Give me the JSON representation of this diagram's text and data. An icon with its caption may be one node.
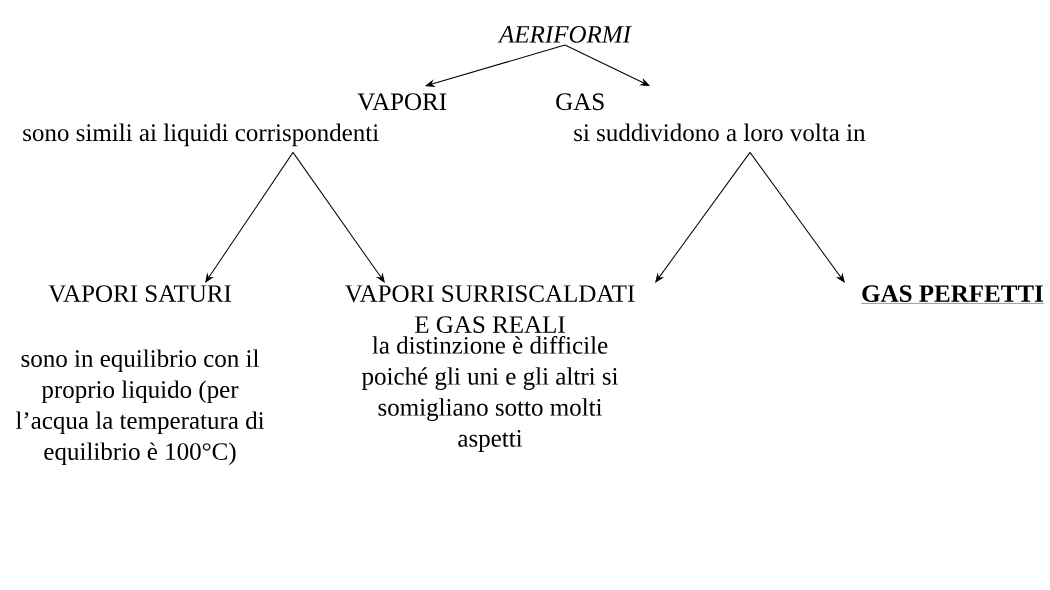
{
  "diagram": {
    "nodes": [
      {
        "text": [
          "AERIFORMI"
        ]
      },
      {
        "text": [
          "VAPORI",
          "sono simili ai liquidi corrispondenti"
        ]
      },
      {
        "text": [
          "GAS",
          "si suddividono a loro volta in"
        ]
      },
      {
        "text": [
          "VAPORI SATURI",
          "sono in equilibrio con il proprio liquido (per l’acqua la temperatura di equilibrio è 100°C)"
        ]
      },
      {
        "text": [
          "VAPORI SURRISCALDATI E GAS REALI",
          "la distinzione è difficile poiché gli uni e gli altri si somigliano sotto molti aspetti"
        ]
      },
      {
        "text": [
          "GAS PERFETTI"
        ]
      }
    ],
    "edges": [
      {
        "from": 0,
        "to": 1,
        "arrow": "to"
      },
      {
        "from": 0,
        "to": 2,
        "arrow": "to"
      },
      {
        "from": 1,
        "to": 3,
        "arrow": "to"
      },
      {
        "from": 1,
        "to": 4,
        "arrow": "to"
      },
      {
        "from": 2,
        "to": 4,
        "arrow": "to"
      },
      {
        "from": 2,
        "to": 5,
        "arrow": "to"
      }
    ]
  }
}
